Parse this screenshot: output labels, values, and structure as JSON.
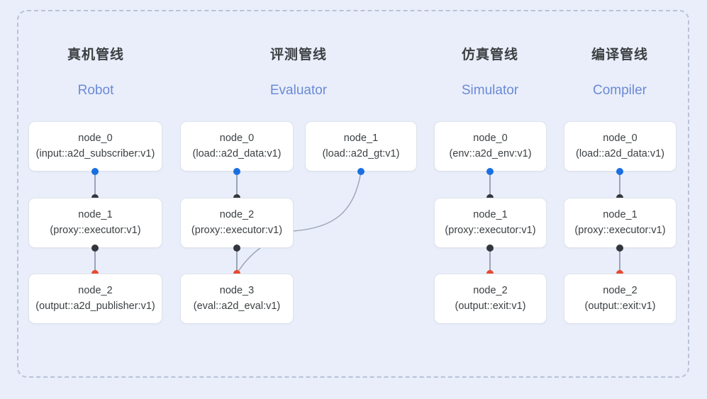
{
  "diagram": {
    "title_cn_note": "",
    "colors": {
      "background": "#e9eefa",
      "frame_border": "#b9c2d6",
      "node_bg": "#ffffff",
      "node_border": "#dfe3ec",
      "text": "#3c4043",
      "accent_en_header": "#6b8ad6",
      "dot_blue": "#1a6fe0",
      "dot_black": "#33373d",
      "dot_red": "#e8482f",
      "connector_line": "#9aa3b5"
    },
    "columns": [
      {
        "id": "robot",
        "header_cn": "真机管线",
        "header_en": "Robot",
        "nodes": [
          {
            "title": "node_0",
            "sub": "(input::a2d_subscriber:v1)"
          },
          {
            "title": "node_1",
            "sub": "(proxy::executor:v1)"
          },
          {
            "title": "node_2",
            "sub": "(output::a2d_publisher:v1)"
          }
        ]
      },
      {
        "id": "evaluator",
        "header_cn": "评测管线",
        "header_en": "Evaluator",
        "nodes": [
          {
            "title": "node_0",
            "sub": "(load::a2d_data:v1)"
          },
          {
            "title": "node_2",
            "sub": "(proxy::executor:v1)"
          },
          {
            "title": "node_3",
            "sub": "(eval::a2d_eval:v1)"
          },
          {
            "title": "node_1",
            "sub": "(load::a2d_gt:v1)"
          }
        ]
      },
      {
        "id": "simulator",
        "header_cn": "仿真管线",
        "header_en": "Simulator",
        "nodes": [
          {
            "title": "node_0",
            "sub": "(env::a2d_env:v1)"
          },
          {
            "title": "node_1",
            "sub": "(proxy::executor:v1)"
          },
          {
            "title": "node_2",
            "sub": "(output::exit:v1)"
          }
        ]
      },
      {
        "id": "compiler",
        "header_cn": "编译管线",
        "header_en": "Compiler",
        "nodes": [
          {
            "title": "node_0",
            "sub": "(load::a2d_data:v1)"
          },
          {
            "title": "node_1",
            "sub": "(proxy::executor:v1)"
          },
          {
            "title": "node_2",
            "sub": "(output::exit:v1)"
          }
        ]
      }
    ]
  }
}
